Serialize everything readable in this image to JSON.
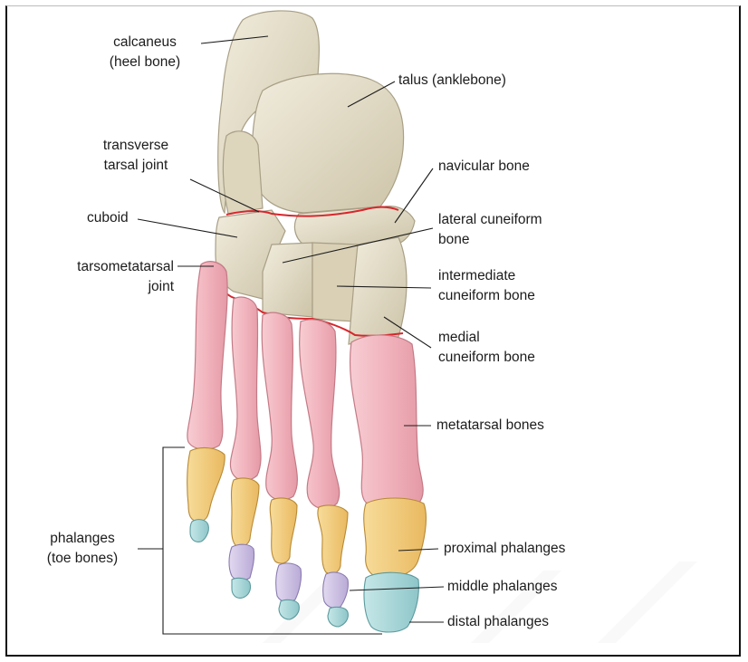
{
  "labels": {
    "calcaneus": {
      "line1": "calcaneus",
      "line2": "(heel bone)"
    },
    "talus": "talus (anklebone)",
    "transverse_tarsal_joint": {
      "line1": "transverse",
      "line2": "tarsal joint"
    },
    "navicular_bone": "navicular bone",
    "cuboid": "cuboid",
    "lateral_cuneiform_bone": {
      "line1": "lateral cuneiform",
      "line2": "bone"
    },
    "tarsometatarsal_joint": {
      "line1": "tarsometatarsal",
      "line2": "joint"
    },
    "intermediate_cuneiform_bone": {
      "line1": "intermediate",
      "line2": "cuneiform bone"
    },
    "medial_cuneiform_bone": {
      "line1": "medial",
      "line2": "cuneiform bone"
    },
    "metatarsal_bones": "metatarsal bones",
    "phalanges": {
      "line1": "phalanges",
      "line2": "(toe bones)"
    },
    "proximal_phalanges": "proximal phalanges",
    "middle_phalanges": "middle phalanges",
    "distal_phalanges": "distal phalanges"
  },
  "colors": {
    "tarsal_bone": "#e6dfca",
    "metatarsal_bone": "#f2b9c1",
    "proximal_phalanx": "#f3cf7e",
    "middle_phalanx": "#cfc3e4",
    "distal_phalanx": "#a9d6d8",
    "joint_line": "#d7262c",
    "leader_line": "#1c1c1c"
  }
}
